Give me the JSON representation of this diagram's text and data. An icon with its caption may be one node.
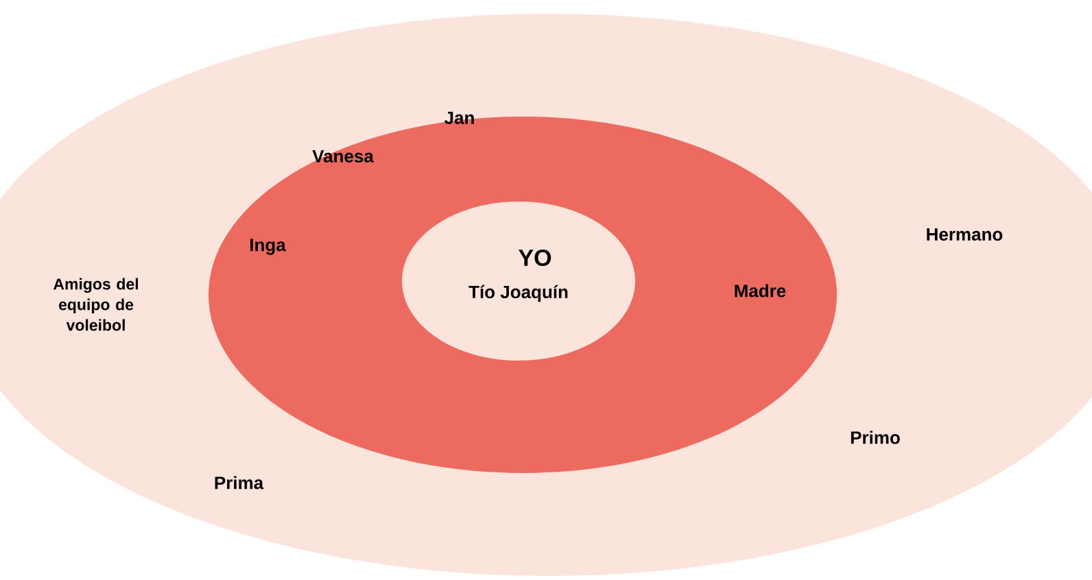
{
  "diagram": {
    "nodes": [
      {
        "text": [
          "Jan",
          "Hermano",
          "Amigos del equipo de voleibol",
          "Primo",
          "Prima"
        ]
      },
      {
        "text": [
          "Vanesa",
          "Inga",
          "Madre"
        ],
        "in": 0
      },
      {
        "text": [
          "YO",
          "Tío Joaquín"
        ],
        "in": 1
      }
    ]
  }
}
